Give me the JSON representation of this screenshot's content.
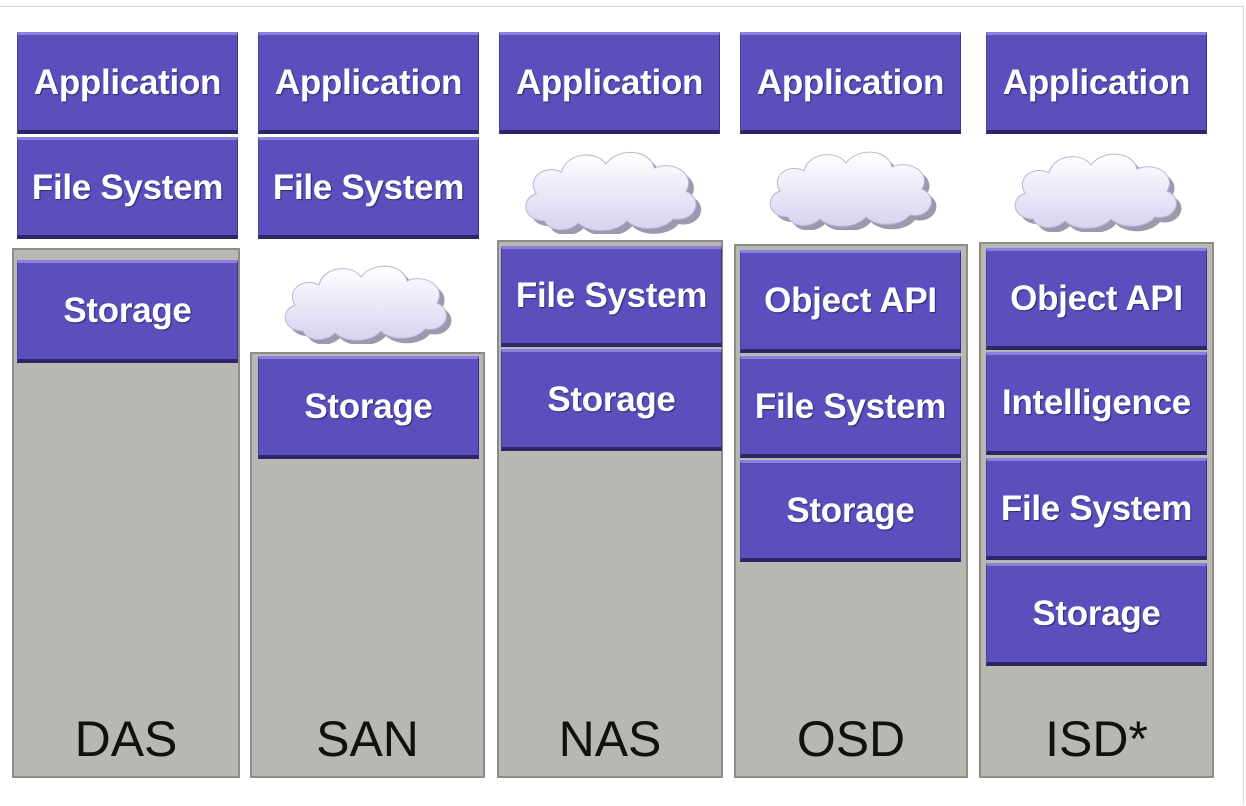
{
  "columns": [
    {
      "id": "das",
      "label": "DAS",
      "upper": [
        "Application",
        "File System"
      ],
      "stack": [
        "Storage"
      ]
    },
    {
      "id": "san",
      "label": "SAN",
      "upper": [
        "Application",
        "File System"
      ],
      "stack": [
        "Storage"
      ]
    },
    {
      "id": "nas",
      "label": "NAS",
      "upper": [
        "Application"
      ],
      "stack": [
        "File System",
        "Storage"
      ]
    },
    {
      "id": "osd",
      "label": "OSD",
      "upper": [
        "Application"
      ],
      "stack": [
        "Object API",
        "File System",
        "Storage"
      ]
    },
    {
      "id": "isd",
      "label": "ISD*",
      "upper": [
        "Application"
      ],
      "stack": [
        "Object API",
        "Intelligence",
        "File System",
        "Storage"
      ]
    }
  ],
  "colors": {
    "box": "#5a4fbd",
    "base": "#b8b7b2",
    "cloud": "#e6e4f7"
  },
  "icons": {
    "network": "cloud-icon"
  }
}
